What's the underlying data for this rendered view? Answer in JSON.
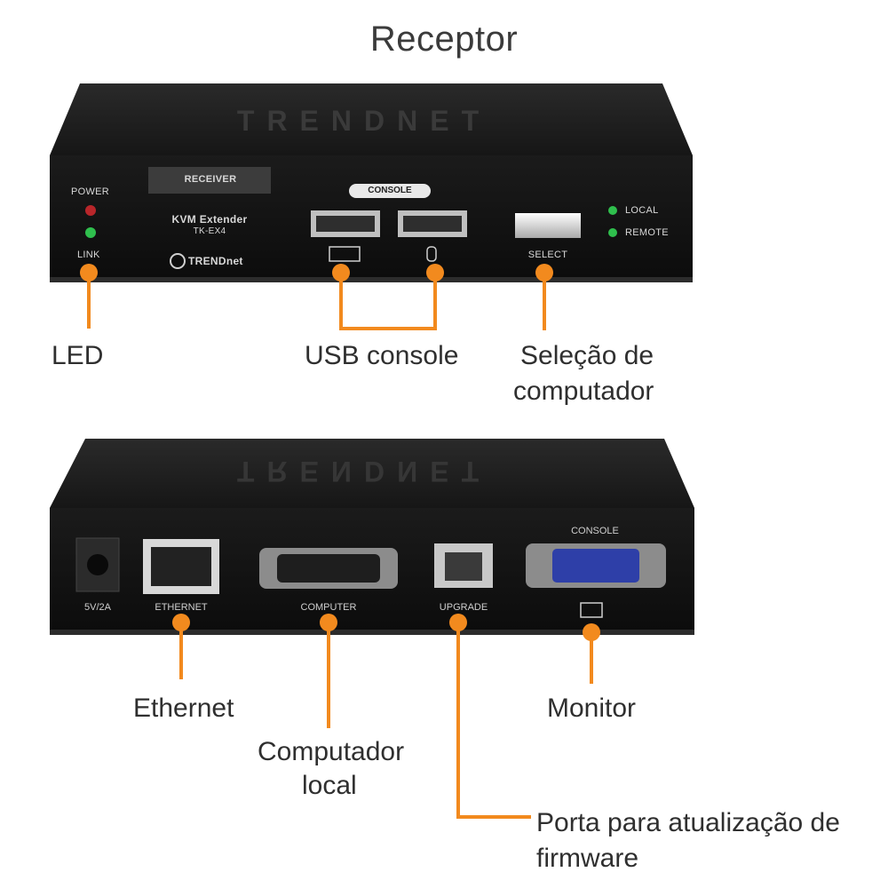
{
  "title": "Receptor",
  "front": {
    "brand_embossed": "TRENDNET",
    "receiver_badge": "RECEIVER",
    "model_name": "KVM Extender",
    "model_number": "TK-EX4",
    "brand_logo": "TRENDnet",
    "power_label": "POWER",
    "link_label": "LINK",
    "console_label": "CONSOLE",
    "select_label": "SELECT",
    "local_label": "LOCAL",
    "remote_label": "REMOTE",
    "power_led_color": "#b8262a",
    "link_led_color": "#2fbf4d"
  },
  "rear": {
    "brand_embossed": "TRENDNET",
    "power_port_label": "5V/2A",
    "ethernet_label": "ETHERNET",
    "computer_label": "COMPUTER",
    "upgrade_label": "UPGRADE",
    "console_label": "CONSOLE",
    "vga_blue": "#2e3fa8"
  },
  "callouts": {
    "led": "LED",
    "usb_console": "USB console",
    "select_line1": "Seleção de",
    "select_line2": "computador",
    "ethernet": "Ethernet",
    "computer_line1": "Computador",
    "computer_line2": "local",
    "monitor": "Monitor",
    "firmware_line1": "Porta para atualização de",
    "firmware_line2": "firmware"
  },
  "accent_color": "#f28a1e"
}
